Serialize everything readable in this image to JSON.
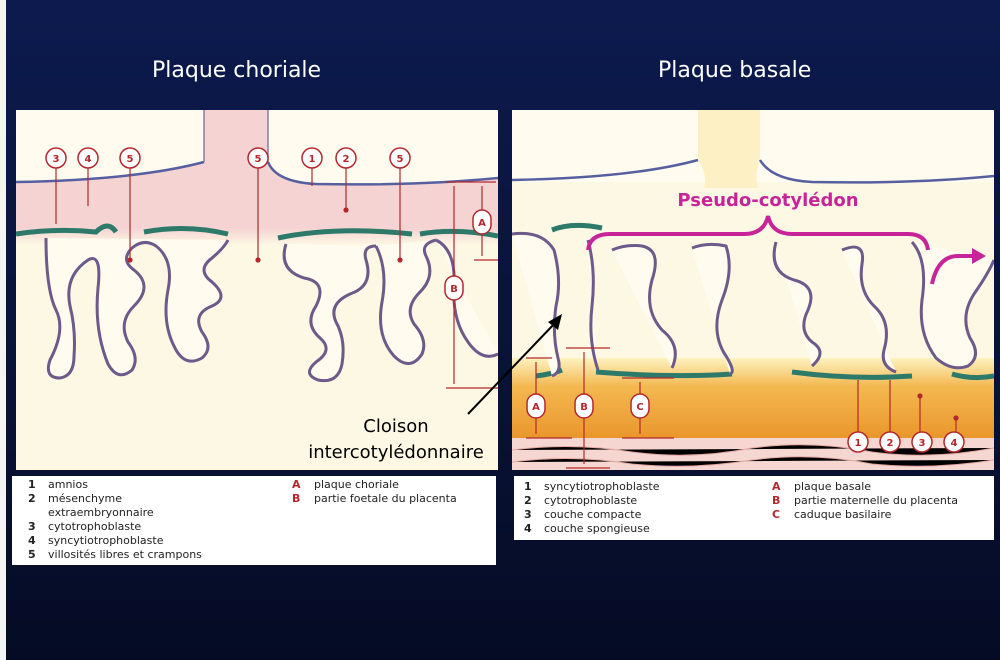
{
  "titles": {
    "left": "Plaque choriale",
    "right": "Plaque basale"
  },
  "left_panel": {
    "markers": [
      "3",
      "4",
      "5",
      "5",
      "1",
      "2",
      "5"
    ],
    "dimension_labels": [
      "A",
      "B"
    ]
  },
  "right_panel": {
    "pseudo_label": "Pseudo-cotylédon",
    "markers": [
      "1",
      "2",
      "3",
      "4"
    ],
    "dimension_labels": [
      "A",
      "B",
      "C"
    ]
  },
  "callout": {
    "line1": "Cloison",
    "line2": "intercotylédonnaire"
  },
  "legend_left": {
    "numbers": [
      {
        "n": "1",
        "text": "amnios"
      },
      {
        "n": "2",
        "text": "mésenchyme"
      },
      {
        "n": "",
        "text": "extraembryonnaire"
      },
      {
        "n": "3",
        "text": "cytotrophoblaste"
      },
      {
        "n": "4",
        "text": "syncytiotrophoblaste"
      },
      {
        "n": "5",
        "text": "villosités libres et crampons"
      }
    ],
    "letters": [
      {
        "l": "A",
        "text": "plaque choriale"
      },
      {
        "l": "B",
        "text": "partie foetale du placenta"
      }
    ]
  },
  "legend_right": {
    "numbers": [
      {
        "n": "1",
        "text": "syncytiotrophoblaste"
      },
      {
        "n": "2",
        "text": "cytotrophoblaste"
      },
      {
        "n": "3",
        "text": "couche compacte"
      },
      {
        "n": "4",
        "text": "couche spongieuse"
      }
    ],
    "letters": [
      {
        "l": "A",
        "text": "plaque basale"
      },
      {
        "l": "B",
        "text": "partie maternelle du placenta"
      },
      {
        "l": "C",
        "text": "caduque basilaire"
      }
    ]
  },
  "colors": {
    "background": "#0a1745",
    "panel": "#fdf8e3",
    "chorion_pink": "#f6d3d3",
    "basal_orange": "#f0a030",
    "membrane_green": "#2e7a6a",
    "marker_red": "#b2282d",
    "pseudo_magenta": "#c8249a"
  }
}
